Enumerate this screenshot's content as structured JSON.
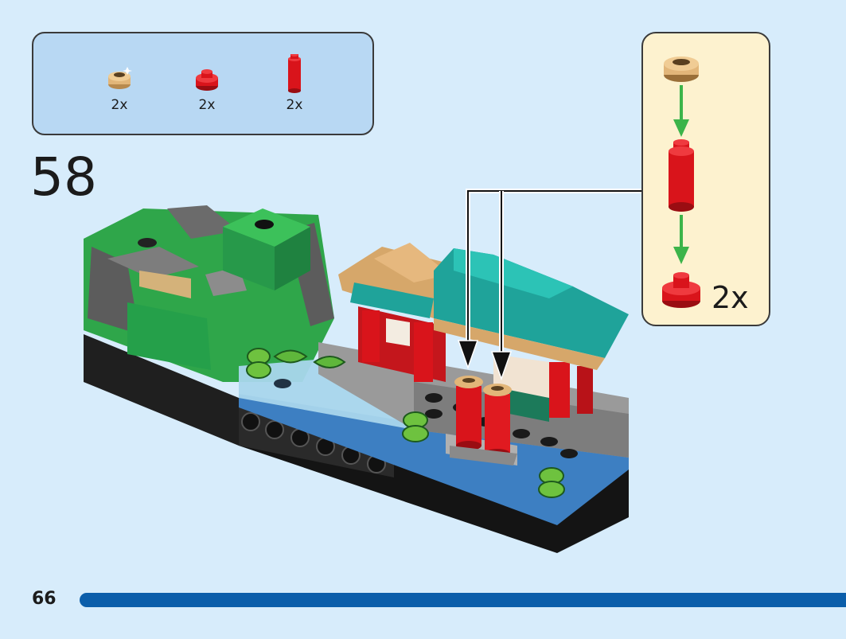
{
  "parts_list": {
    "items": [
      {
        "name": "tan-round-plate-icon",
        "qty": "2x",
        "color": "#e2b679"
      },
      {
        "name": "red-round-plate-icon",
        "qty": "2x",
        "color": "#d9141b"
      },
      {
        "name": "red-cylinder-brick-icon",
        "qty": "2x",
        "color": "#d9141b"
      }
    ]
  },
  "step": {
    "number": "58"
  },
  "callout": {
    "multiplier": "2x",
    "arrow_color": "#3cb44a"
  },
  "page": {
    "number": "66"
  },
  "colors": {
    "background": "#d7ecfb",
    "parts_panel": "#b8d8f3",
    "callout_panel": "#fdf2cf",
    "page_bar": "#0b5eaa"
  }
}
